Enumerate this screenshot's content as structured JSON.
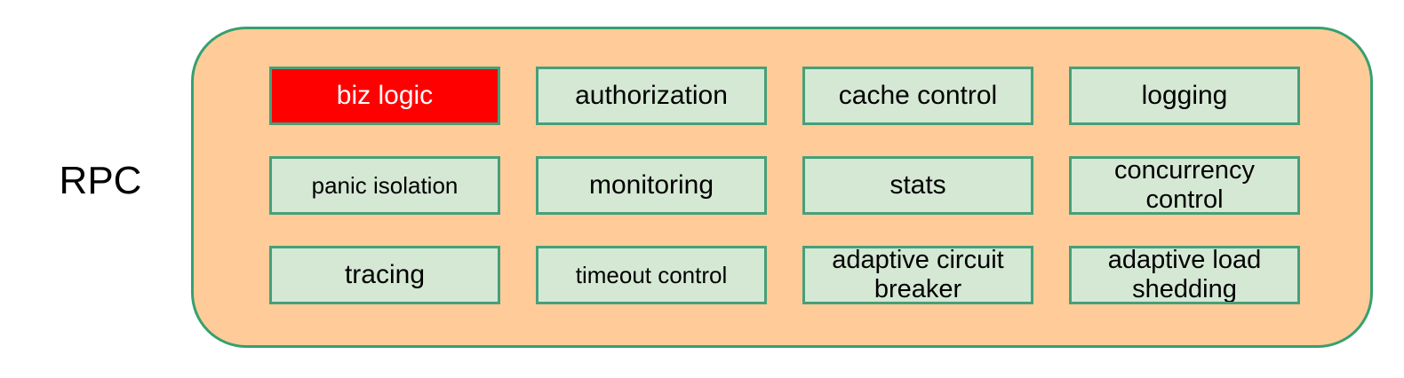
{
  "diagram": {
    "type": "middleware-stack",
    "caption": "RPC",
    "container": {
      "name": "rpc-middleware-container",
      "fill_color": "#ffcc99",
      "border_color": "#36a06f"
    },
    "chip_colors": {
      "default_fill": "#d5e8d4",
      "default_border": "#45a07a",
      "default_text": "#000000",
      "highlight_fill": "#ff0000",
      "highlight_text": "#ffffff"
    },
    "rows": [
      {
        "row_index": 1,
        "chips": [
          {
            "label": "biz logic",
            "highlight": true,
            "lines": 1
          },
          {
            "label": "authorization",
            "highlight": false,
            "lines": 1
          },
          {
            "label": "cache control",
            "highlight": false,
            "lines": 1
          },
          {
            "label": "logging",
            "highlight": false,
            "lines": 1
          }
        ]
      },
      {
        "row_index": 2,
        "chips": [
          {
            "label": "panic isolation",
            "highlight": false,
            "lines": 1
          },
          {
            "label": "monitoring",
            "highlight": false,
            "lines": 1
          },
          {
            "label": "stats",
            "highlight": false,
            "lines": 1
          },
          {
            "label": "concurrency\ncontrol",
            "highlight": false,
            "lines": 2
          }
        ]
      },
      {
        "row_index": 3,
        "chips": [
          {
            "label": "tracing",
            "highlight": false,
            "lines": 1
          },
          {
            "label": "timeout control",
            "highlight": false,
            "lines": 1
          },
          {
            "label": "adaptive circuit\nbreaker",
            "highlight": false,
            "lines": 2
          },
          {
            "label": "adaptive load\nshedding",
            "highlight": false,
            "lines": 2
          }
        ]
      }
    ]
  }
}
